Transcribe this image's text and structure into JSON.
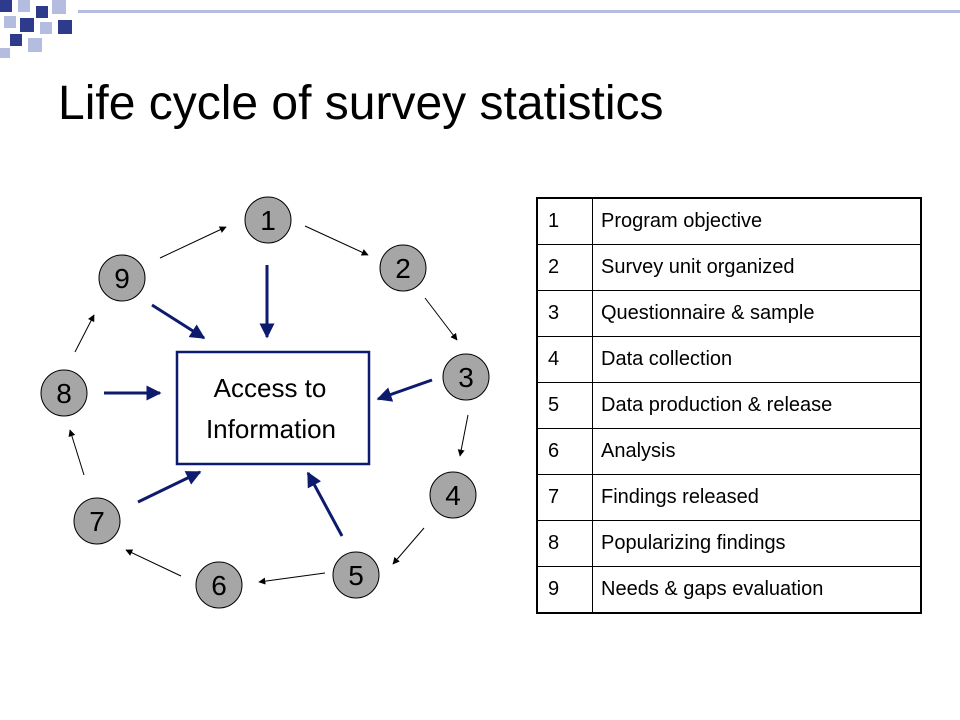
{
  "title": "Life cycle of survey statistics",
  "center": {
    "line1": "Access to",
    "line2": "Information"
  },
  "nodes": [
    "1",
    "2",
    "3",
    "4",
    "5",
    "6",
    "7",
    "8",
    "9"
  ],
  "legend": [
    {
      "num": "1",
      "label": "Program objective"
    },
    {
      "num": "2",
      "label": "Survey unit organized"
    },
    {
      "num": "3",
      "label": "Questionnaire & sample"
    },
    {
      "num": "4",
      "label": "Data collection"
    },
    {
      "num": "5",
      "label": "Data production & release"
    },
    {
      "num": "6",
      "label": "Analysis"
    },
    {
      "num": "7",
      "label": "Findings released"
    },
    {
      "num": "8",
      "label": "Popularizing findings"
    },
    {
      "num": "9",
      "label": "Needs & gaps evaluation"
    }
  ],
  "colors": {
    "decor_dark": "#2e3a8c",
    "decor_light": "#b4bce0",
    "node_fill": "#a6a6a6",
    "access_arrow": "#0d1b6e",
    "cycle_arrow": "#000000"
  }
}
